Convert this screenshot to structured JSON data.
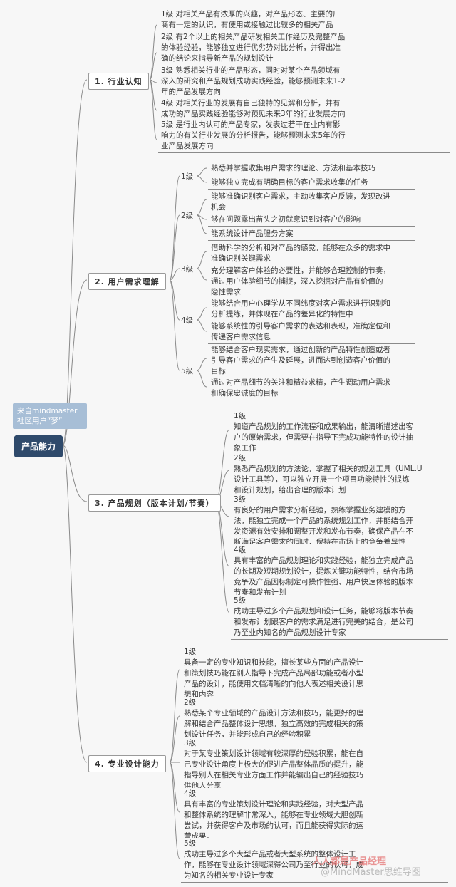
{
  "root": {
    "label": "产品能力",
    "source": "来自mindmaster\n社区用户“梦”"
  },
  "branches": [
    {
      "label": "1. 行业认知",
      "items": [
        "1级 对相关产品有浓厚的兴趣，对产品形态、主要的厂\n商有一定的认识，有使用或接触过比较多的相关产品",
        "2级 有2个以上的相关产品研发相关工作经历及完整产品\n的体验经验，能够独立进行优劣势对比分析，并得出准\n确的结论来指导新产品的规划设计",
        "3级 熟悉相关行业的产品形态，同时对某个产品领域有\n深入的研究和产品规划成功实践经验，能够预测未来1-2\n年的产品发展方向",
        "4级 对相关行业的发展有自己独特的见解和分析，并有\n成功的产品实践经验能够对预见未来3年的行业发展方向",
        "5级 是行业内认可的产品专家，发表过若干在业内有影\n响力的有关行业发展的分析报告，能够预测未来5年的行\n业产品发展方向"
      ]
    },
    {
      "label": "2. 用户需求理解",
      "levels": [
        {
          "label": "1级",
          "items": [
            "熟悉并掌握收集用户需求的理论、方法和基本技巧",
            "能够独立完成有明确目标的客户需求收集的任务"
          ]
        },
        {
          "label": "2级",
          "items": [
            "能够准确识别客户需求，主动收集客户反馈，发现改进\n机会",
            "够在问题露出苗头之初就意识到对客户的影响",
            "能系统设计产品服务方案"
          ]
        },
        {
          "label": "3级",
          "items": [
            "借助科学的分析和对产品的感觉，能够在众多的需求中\n准确识别关键需求",
            "充分理解客户体验的必要性，并能够合理控制的节奏，\n通过用户体验细节的捕捉，深入挖掘对产品有价值的\n隐性需求"
          ]
        },
        {
          "label": "4级",
          "items": [
            "能够结合用户心理学从不同纬度对客户需求进行识别和\n分析提练，并体现在产品的差异化的特性中",
            "能够系统性的引导客户需求的表达和表现，准确定位和\n传递客户需求信息"
          ]
        },
        {
          "label": "5级",
          "items": [
            "能够结合客户现实需求，通过创新的产品特性创造或者\n引导客户需求的产生及延展，进而达到创造客户价值的\n目标",
            "通过对产品细节的关注和精益求精，产生调动用户需求\n和确保忠诚度的目标"
          ]
        }
      ]
    },
    {
      "label": "3. 产品规划（版本计划/节奏）",
      "items": [
        "1级\n知道产品规划的工作流程和成果输出，能清晰描述出客\n户的原始需求，但需要在指导下完成功能特性的设计抽\n象工作",
        "2级\n熟悉产品规划的方法论，掌握了相关的规划工具（UML.U\n设计工具等），可以独立开展一个项目功能特性的提炼\n和设计规划，给出合理的版本计划",
        "3级\n有良好的用户需求分析经验，熟练掌握业务建模的方\n法，能独立完成一个产品的系统规划工作，并能结合开\n发资源有效安排和调整开发和发布节奏，确保产品在不\n断满足客户需求的同时，保持在市场上的竞争差异性",
        "4级\n具有丰富的产品规划理论和实践经验，能独立完成产品\n的长期及短期规划设计，提炼关键功能特性，结合市场\n竞争及产品因标制定可操作性强、用户快速体验的版本\n节奏和发布计划",
        "5级\n成功主导过多个产品规划和设计任务，能够将版本节奏\n和发布计划跟客户的需求满足进行完美的结合，是公司\n乃至业内知名的产品规划设计专家"
      ]
    },
    {
      "label": "4. 专业设计能力",
      "items": [
        "1级\n具备一定的专业知识和技能，擅长某些方面的产品设计\n和策划技巧能在别人指导下完成产品局部功能或者小型\n产品的设计，能使用文档清晰的向他人表述相关设计思\n想和内容",
        "2级\n熟悉某个专业领域的产品设计方法和技巧，能更好的理\n解和结合产品整体设计思想，独立高效的完成相关的策\n划设计任务，并能形成自己的经验积累",
        "3级\n对于某专业策划设计领域有较深厚的经验积累，能在自\n己专业设计角度上极大的促进产品整体品质的提升，能\n指导别人在相关专业方面工作并能输出自己的经验技巧\n供他人分享",
        "4级\n具有丰富的专业策划设计理论和实践经验，对大型产品\n和整体系统的理解非常深入，能够在专业领域大胆创新\n尝试，并获得客户及市场的认可，而且能获得实际的运\n营成果。",
        "5级\n成功主导过多个大型产品或者大型系统的整体设计工\n作，能够在专业设计领域深得公司乃至行业的认可，成\n为知名的相关专业设计专家"
      ]
    }
  ],
  "watermark": {
    "text": "@MindMaster思维导图",
    "brand": "人人都是产品经理"
  },
  "colors": {
    "root": "#2f4a6b",
    "source": "#a7bed6",
    "line": "#8a8a8a"
  }
}
